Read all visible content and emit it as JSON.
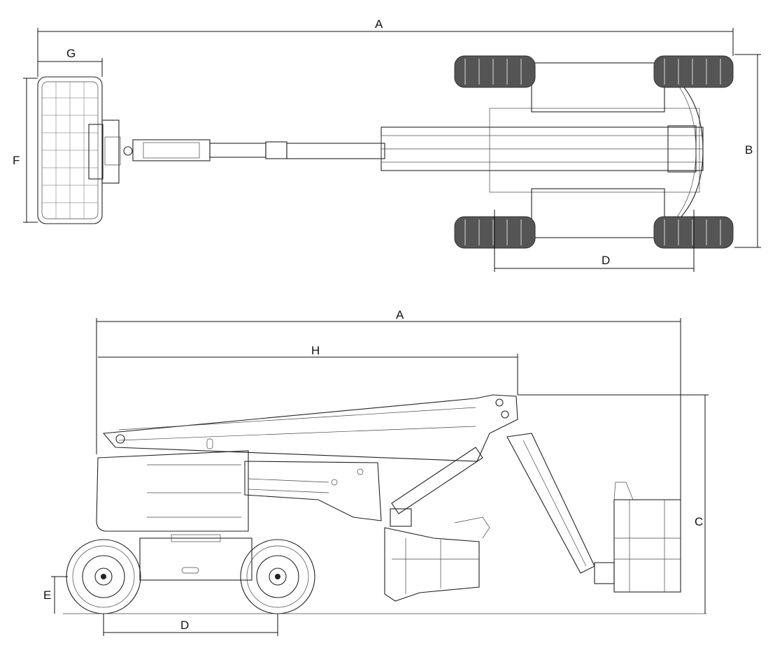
{
  "labels": {
    "A_top": "A",
    "G": "G",
    "F": "F",
    "B": "B",
    "D_top": "D",
    "A_side": "A",
    "H": "H",
    "C": "C",
    "E": "E",
    "D_side": "D"
  }
}
